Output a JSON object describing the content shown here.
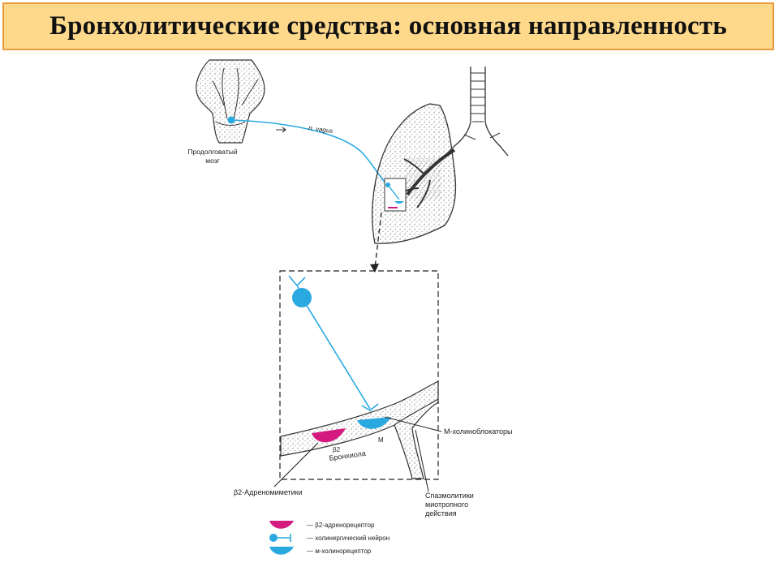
{
  "slide": {
    "title": "Бронхолитические средства: основная направленность"
  },
  "labels": {
    "medulla": [
      "Продолговатый",
      "мозг"
    ],
    "vagus": "n. vagus",
    "m_blockers": "М-холиноблокаторы",
    "b2_agonists": "β2-Адреномиметики",
    "myotropic": [
      "Спазмолитики",
      "миотропного",
      "действия"
    ],
    "bronchiole": "Бронхиола",
    "beta_mark": "β2",
    "m_mark": "M"
  },
  "legend": [
    {
      "text": "— β2-адренорецептор",
      "icon": "beta2-receptor-icon"
    },
    {
      "text": "— холинергический нейрон",
      "icon": "cholinergic-neuron-icon"
    },
    {
      "text": "— м-холинорецептор",
      "icon": "m-receptor-icon"
    }
  ],
  "colors": {
    "title_bg": "#fed98b",
    "title_border": "#e89a3c",
    "nerve": "#29a9e0",
    "beta_receptor": "#d4197f",
    "m_receptor": "#29a9e0"
  }
}
